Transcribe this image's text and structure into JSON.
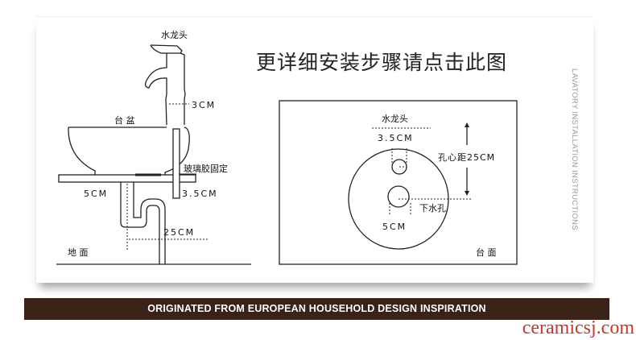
{
  "title": "更详细安装步骤请点击此图",
  "side_text": "LAVATORY INSTALLATION INSTRUCTIONS",
  "banner": "ORIGINATED FROM EUROPEAN HOUSEHOLD DESIGN INSPIRATION",
  "watermark": "ceramicsj.com",
  "side_view": {
    "faucet": "水龙头",
    "faucet_dim": "3CM",
    "basin": "台 盆",
    "glue": "玻璃胶固定",
    "pipe_dim": "3.5CM",
    "drain_dim": "5CM",
    "height_dim": "25CM",
    "floor": "地 面"
  },
  "top_view": {
    "faucet": "水龙头",
    "faucet_hole": "3.5CM",
    "hole_distance": "孔心距25CM",
    "drain": "下水孔",
    "drain_hole": "5CM",
    "counter": "台 面"
  }
}
